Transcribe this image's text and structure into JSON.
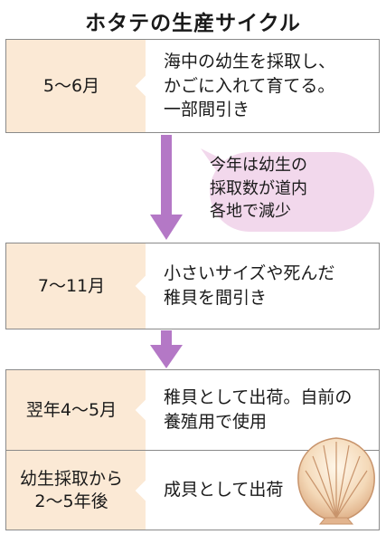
{
  "title": "ホタテの生産サイクル",
  "colors": {
    "label_bg": "#fbe9d5",
    "arrow": "#b478c6",
    "bubble": "#f2d8ec",
    "border": "#8a8a8a"
  },
  "stages": [
    {
      "period": "5〜6月",
      "lines": [
        "海中の幼生を採取し、",
        "かごに入れて育てる。",
        "一部間引き"
      ]
    },
    {
      "period": "7〜11月",
      "lines": [
        "小さいサイズや死んだ",
        "稚貝を間引き"
      ]
    },
    {
      "period": "翌年4〜5月",
      "lines": [
        "稚貝として出荷。自前の",
        "養殖用で使用"
      ]
    },
    {
      "period_lines": [
        "幼生採取から",
        "2〜5年後"
      ],
      "lines": [
        "成貝として出荷"
      ]
    }
  ],
  "callout": {
    "lines": [
      "今年は幼生の",
      "採取数が道内",
      "各地で減少"
    ]
  },
  "icons": [
    "down-arrow-icon",
    "speech-bubble-icon",
    "scallop-shell-icon"
  ]
}
